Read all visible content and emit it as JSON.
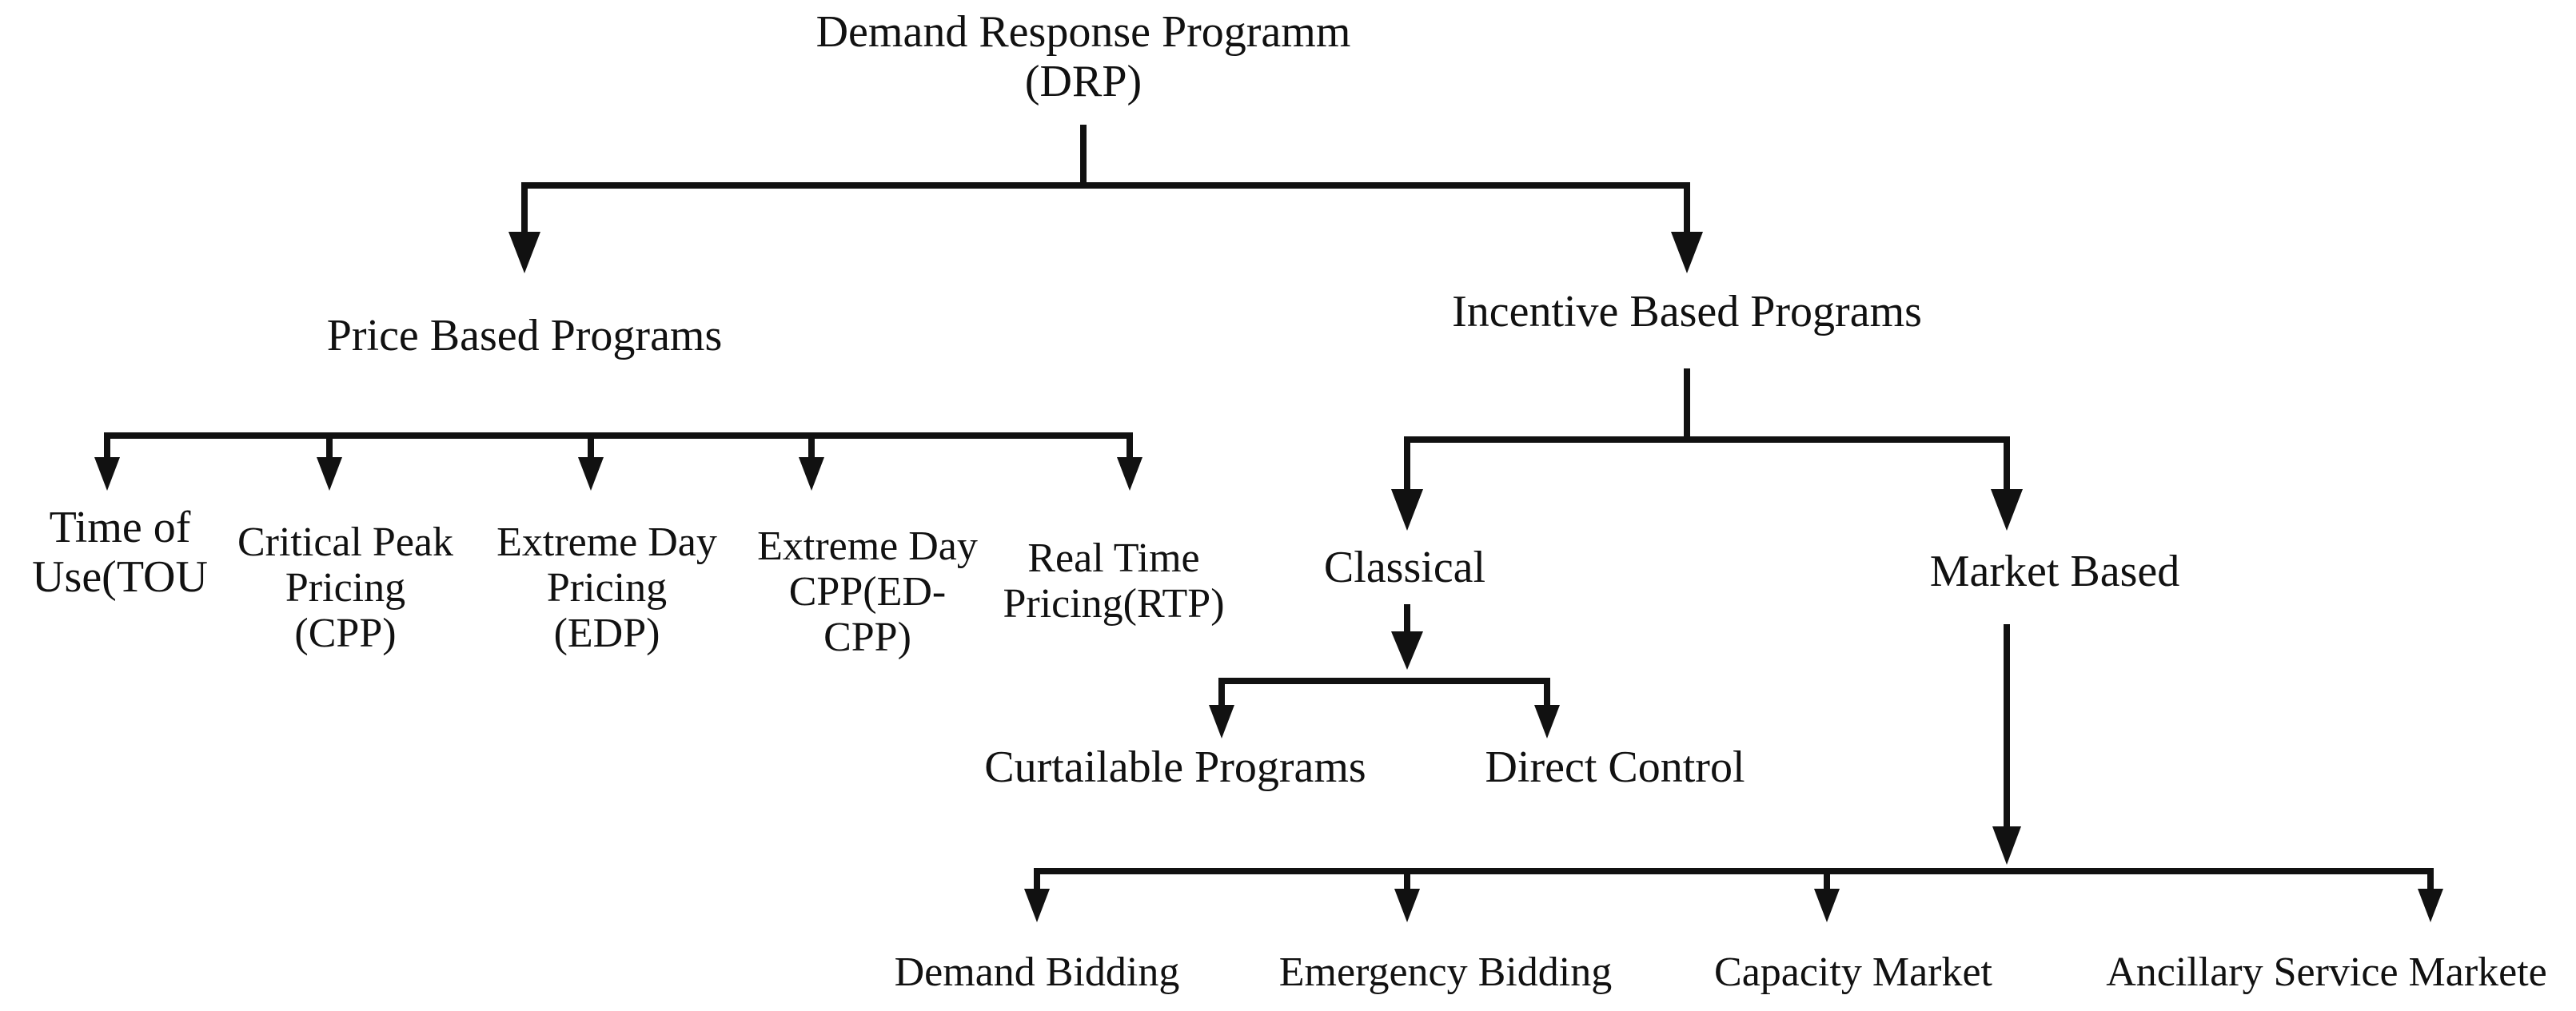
{
  "root": {
    "line1": "Demand Response Programm",
    "line2": "(DRP)"
  },
  "price_based": {
    "title": "Price Based Programs",
    "items": [
      {
        "lines": [
          "Time of",
          "Use(TOU"
        ]
      },
      {
        "lines": [
          "Critical Peak",
          "Pricing",
          "(CPP)"
        ]
      },
      {
        "lines": [
          "Extreme Day",
          "Pricing",
          "(EDP)"
        ]
      },
      {
        "lines": [
          "Extreme Day",
          "CPP(ED-",
          "CPP)"
        ]
      },
      {
        "lines": [
          "Real Time",
          "Pricing(RTP)"
        ]
      }
    ]
  },
  "incentive_based": {
    "title": "Incentive Based Programs",
    "classical": {
      "title": "Classical",
      "items": [
        "Curtailable Programs",
        "Direct Control"
      ]
    },
    "market_based": {
      "title": "Market Based",
      "items": [
        "Demand Bidding",
        "Emergency Bidding",
        "Capacity Market",
        "Ancillary Service Markete"
      ]
    }
  },
  "colors": {
    "line": "#111111",
    "text": "#111111",
    "background": "#ffffff"
  }
}
